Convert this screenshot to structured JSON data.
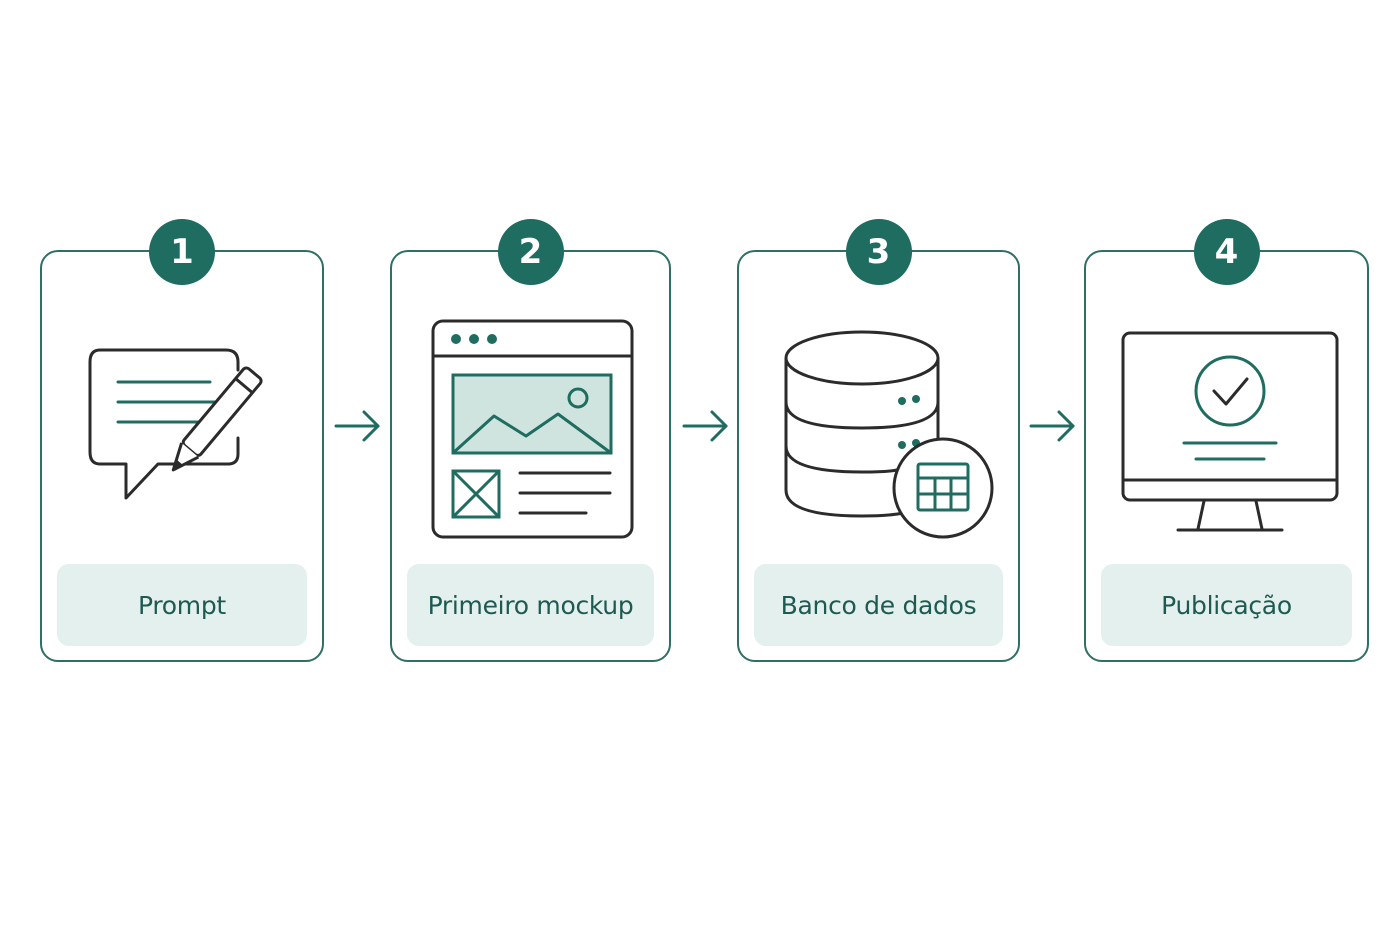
{
  "steps": [
    {
      "number": "1",
      "label": "Prompt",
      "icon": "chat-pencil-icon"
    },
    {
      "number": "2",
      "label": "Primeiro mockup",
      "icon": "browser-mockup-icon"
    },
    {
      "number": "3",
      "label": "Banco de dados",
      "icon": "database-table-icon"
    },
    {
      "number": "4",
      "label": "Publicação",
      "icon": "monitor-check-icon"
    }
  ],
  "colors": {
    "accent": "#1f6c60",
    "border": "#2f6f64",
    "label_bg": "#e3f0ed",
    "label_text": "#1e5a52",
    "icon_stroke": "#2b2b2b",
    "icon_fill": "#cfe3df"
  }
}
